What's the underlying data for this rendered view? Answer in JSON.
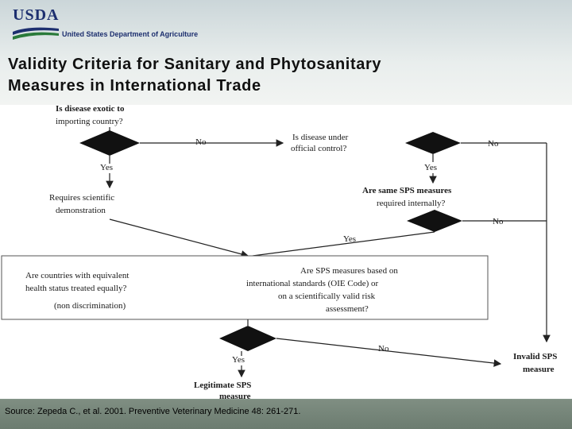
{
  "header": {
    "logo_text": "USDA",
    "department": "United States Department of Agriculture",
    "title_line1": "Validity Criteria for Sanitary and Phytosanitary",
    "title_line2": "Measures in International Trade"
  },
  "diagram": {
    "q1_line1": "Is disease exotic to",
    "q1_line2": "importing country?",
    "q2_line1": "Is disease under",
    "q2_line2": "official control?",
    "q3_line1": "Are same SPS measures",
    "q3_line2": "required internally?",
    "requires_line1": "Requires scientific",
    "requires_line2": "demonstration",
    "box_left_line1": "Are countries with equivalent",
    "box_left_line2": "health status treated equally?",
    "box_left_line3": "(non discrimination)",
    "box_right_line1": "Are SPS measures based on",
    "box_right_line2": "international standards (OIE Code) or",
    "box_right_line3": "on a scientifically valid risk",
    "box_right_line4": "assessment?",
    "no": "No",
    "yes": "Yes",
    "legitimate_line1": "Legitimate SPS",
    "legitimate_line2": "measure",
    "invalid_line1": "Invalid SPS",
    "invalid_line2": "measure"
  },
  "footer": {
    "source": "Source: Zepeda C., et al. 2001. Preventive Veterinary Medicine 48: 261-271."
  }
}
